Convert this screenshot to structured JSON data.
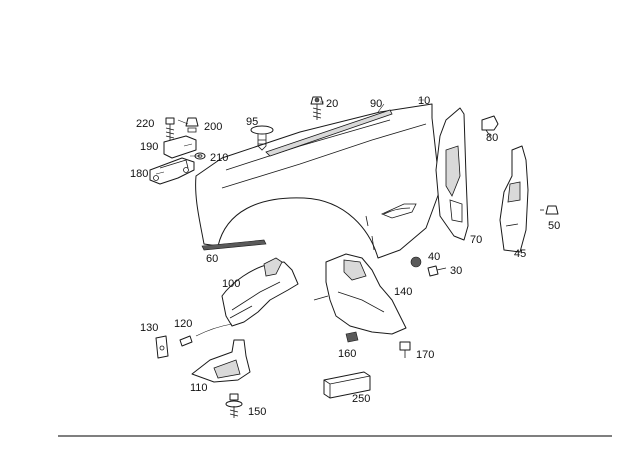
{
  "diagram": {
    "labels": {
      "p10": "10",
      "p20": "20",
      "p30": "30",
      "p40": "40",
      "p45": "45",
      "p50": "50",
      "p60": "60",
      "p70": "70",
      "p80": "80",
      "p90": "90",
      "p95": "95",
      "p100": "100",
      "p110": "110",
      "p120": "120",
      "p130": "130",
      "p140": "140",
      "p150": "150",
      "p160": "160",
      "p170": "170",
      "p180": "180",
      "p190": "190",
      "p200": "200",
      "p210": "210",
      "p220": "220",
      "p250": "250"
    }
  }
}
